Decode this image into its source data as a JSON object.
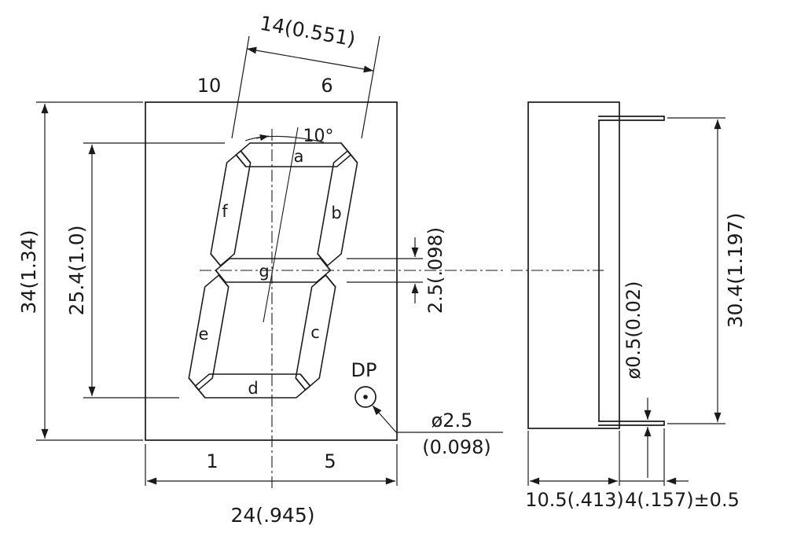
{
  "drawing": {
    "colors": {
      "line": "#1a1a1a",
      "background": "#ffffff"
    },
    "front_view": {
      "pins": {
        "top_left": "10",
        "top_right": "6",
        "bottom_left": "1",
        "bottom_right": "5"
      },
      "segments": {
        "a": "a",
        "b": "b",
        "c": "c",
        "d": "d",
        "e": "e",
        "f": "f",
        "g": "g"
      },
      "decimal_point_label": "DP",
      "slant_angle": "10°",
      "dimensions": {
        "digit_width": "14(0.551)",
        "overall_height": "34(1.34)",
        "digit_height": "25.4(1.0)",
        "segment_thickness": "2.5(.098)",
        "dp_diameter": "ø2.5",
        "dp_diameter_inch": "(0.098)",
        "overall_width": "24(.945)"
      }
    },
    "side_view": {
      "dimensions": {
        "pin_row_spacing": "30.4(1.197)",
        "pin_diameter": "ø0.5(0.02)",
        "body_depth": "10.5(.413)",
        "pin_protrusion": "4(.157)±0.5"
      }
    }
  }
}
